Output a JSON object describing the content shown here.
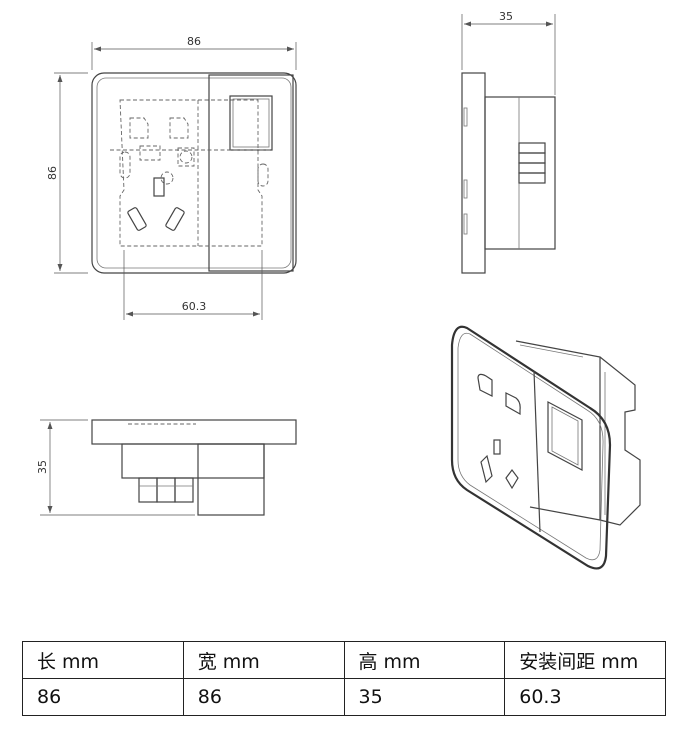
{
  "dimensions": {
    "front_width": "86",
    "front_height": "86",
    "mount_spacing": "60.3",
    "side_depth": "35",
    "bottom_height": "35"
  },
  "spec_table": {
    "headers": [
      "长 mm",
      "宽 mm",
      "高 mm",
      "安装间距 mm"
    ],
    "values": [
      "86",
      "86",
      "35",
      "60.3"
    ]
  }
}
